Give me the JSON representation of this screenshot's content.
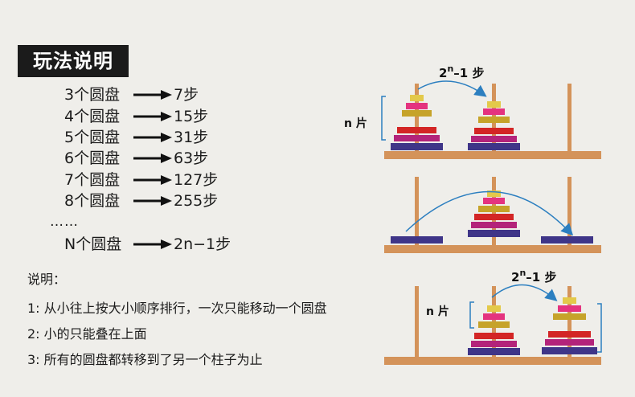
{
  "title": "玩法说明",
  "table": [
    {
      "disks": "3个圆盘",
      "moves": "7步"
    },
    {
      "disks": "4个圆盘",
      "moves": "15步"
    },
    {
      "disks": "5个圆盘",
      "moves": "31步"
    },
    {
      "disks": "6个圆盘",
      "moves": "63步"
    },
    {
      "disks": "7个圆盘",
      "moves": "127步"
    },
    {
      "disks": "8个圆盘",
      "moves": "255步"
    }
  ],
  "ellipsis": "……",
  "general": {
    "disks": "N个圆盘",
    "moves": "2n−1步"
  },
  "explanation": {
    "title": "说明：",
    "rules": [
      "1: 从小往上按大小顺序排行，一次只能移动一个圆盘",
      "2: 小的只能叠在上面",
      "3: 所有的圆盘都转移到了另一个柱子为止"
    ]
  },
  "diagram": {
    "n_label": "n 片",
    "steps_base": "2",
    "steps_exp": "n",
    "steps_suffix": "–1 步",
    "colors": {
      "wood": "#d4935a",
      "arrow": "#2c7fc0",
      "disks": [
        "#e3c94a",
        "#e4337f",
        "#c6a32a",
        "#d32525",
        "#b3237a",
        "#3f3588"
      ]
    }
  }
}
